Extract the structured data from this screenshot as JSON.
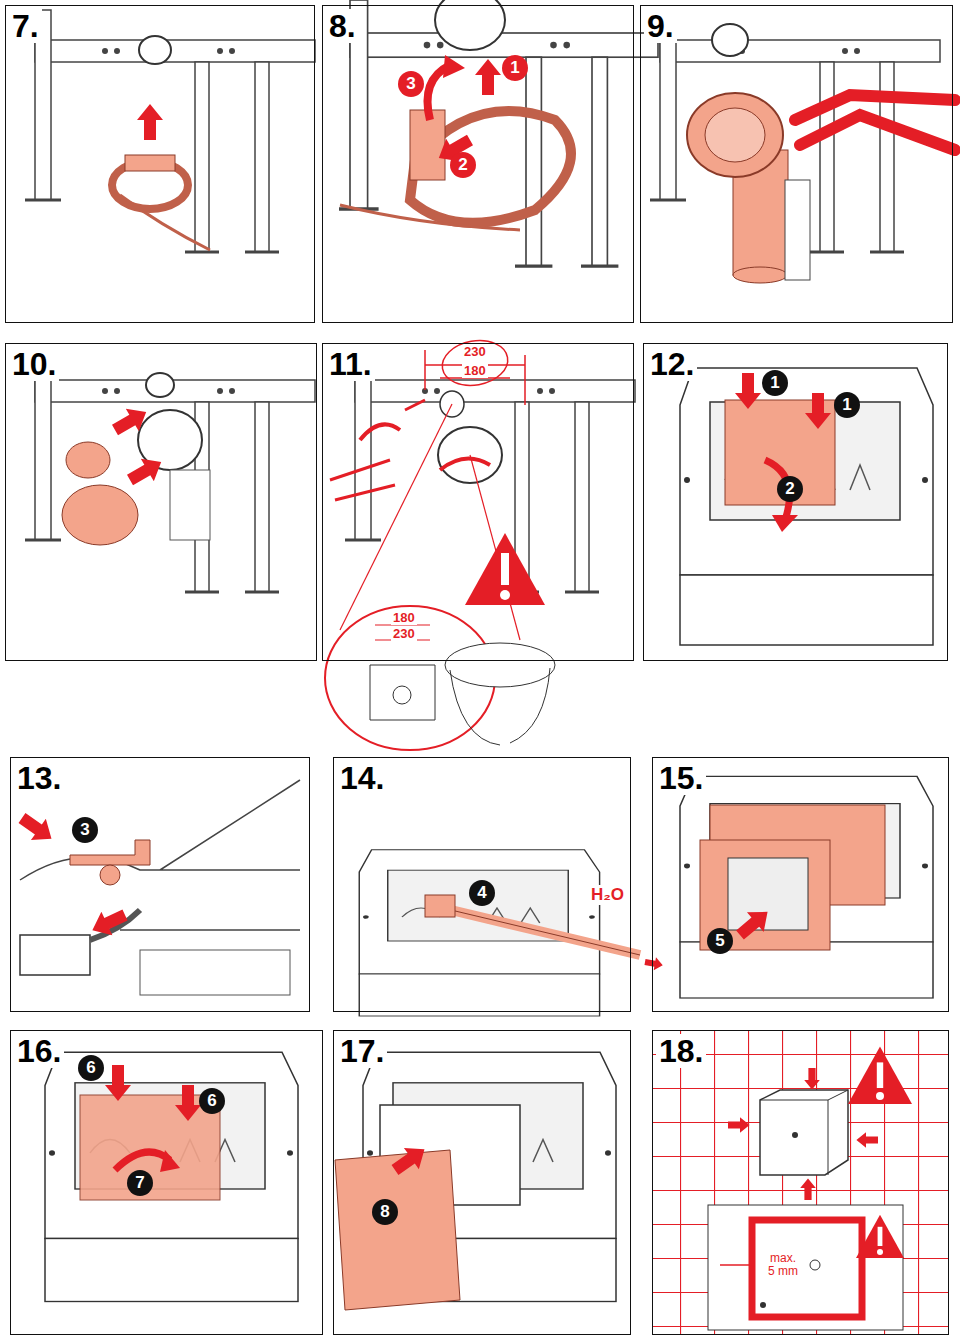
{
  "diagram": {
    "nodes": [
      {
        "text": [
          "7."
        ]
      },
      {
        "text": [
          "8."
        ]
      },
      {
        "text": [
          "9."
        ]
      },
      {
        "text": [
          "10."
        ]
      },
      {
        "text": [
          "11."
        ]
      },
      {
        "text": [
          "12."
        ]
      },
      {
        "text": [
          "13."
        ]
      },
      {
        "text": [
          "14."
        ]
      },
      {
        "text": [
          "15."
        ]
      },
      {
        "text": [
          "16."
        ]
      },
      {
        "text": [
          "17."
        ]
      },
      {
        "text": [
          "18."
        ]
      }
    ],
    "labels": [
      "1",
      "2",
      "3",
      "230",
      "180",
      "180",
      "230",
      "1",
      "1",
      "2",
      "3",
      "4",
      "H₂O",
      "5",
      "6",
      "6",
      "7",
      "8",
      "max. 5 mm"
    ]
  }
}
